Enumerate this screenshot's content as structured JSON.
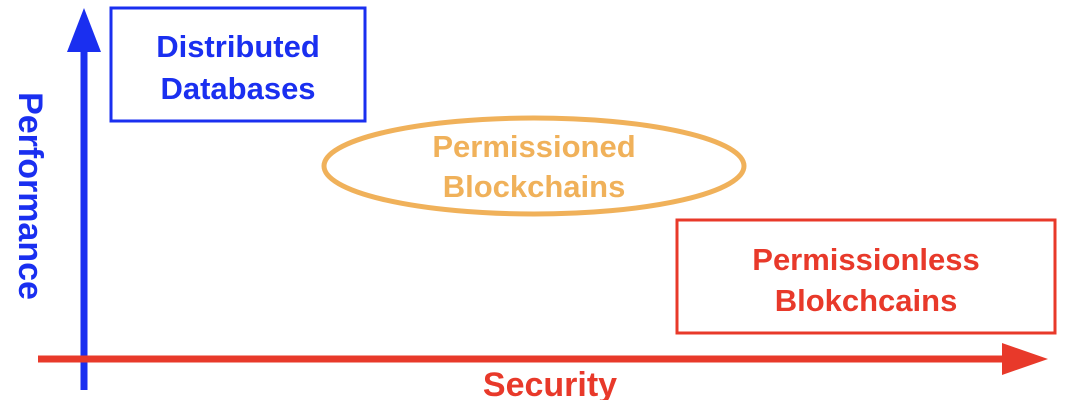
{
  "axes": {
    "x_label": "Security",
    "y_label": "Performance",
    "x_color": "#e8392a",
    "y_color": "#1a2ff0"
  },
  "nodes": {
    "distributed_databases": {
      "line1": "Distributed",
      "line2": "Databases",
      "color": "#1a2ff0",
      "shape": "rectangle"
    },
    "permissioned_blockchains": {
      "line1": "Permissioned",
      "line2": "Blockchains",
      "color": "#f0b15a",
      "shape": "ellipse"
    },
    "permissionless_blockchains": {
      "line1": "Permissionless",
      "line2": "Blokchcains",
      "color": "#e8392a",
      "shape": "rectangle"
    }
  }
}
